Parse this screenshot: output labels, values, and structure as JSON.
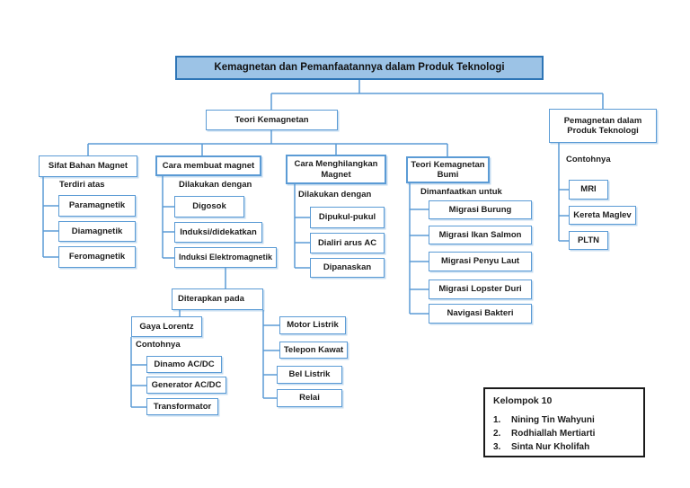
{
  "colors": {
    "title_fill": "#9CC3E6",
    "title_border": "#2E75B6",
    "box_border": "#5B9BD5",
    "group_border": "#1a1a1a"
  },
  "title": {
    "label": "Kemagnetan dan Pemanfaatannya dalam Produk Teknologi"
  },
  "teori": {
    "label": "Teori Kemagnetan"
  },
  "pemagnetan": {
    "label": "Pemagnetan dalam Produk Teknologi",
    "relation": "Contohnya",
    "items": [
      "MRI",
      "Kereta Maglev",
      "PLTN"
    ]
  },
  "sifat": {
    "label": "Sifat Bahan Magnet",
    "relation": "Terdiri atas",
    "items": [
      "Paramagnetik",
      "Diamagnetik",
      "Feromagnetik"
    ]
  },
  "membuat": {
    "label": "Cara membuat magnet",
    "relation": "Dilakukan dengan",
    "items": [
      "Digosok",
      "Induksi/didekatkan",
      "Induksi Elektromagnetik"
    ]
  },
  "menghilangkan": {
    "label": "Cara Menghilangkan Magnet",
    "relation": "Dilakukan dengan",
    "items": [
      "Dipukul-pukul",
      "Dialiri arus AC",
      "Dipanaskan"
    ]
  },
  "bumi": {
    "label": "Teori Kemagnetan Bumi",
    "relation": "Dimanfaatkan untuk",
    "items": [
      "Migrasi Burung",
      "Migrasi Ikan Salmon",
      "Migrasi Penyu Laut",
      "Migrasi Lopster Duri",
      "Navigasi Bakteri"
    ]
  },
  "diterapkan": {
    "label": "Diterapkan pada"
  },
  "gaya": {
    "label": "Gaya Lorentz",
    "relation": "Contohnya",
    "items": [
      "Dinamo AC/DC",
      "Generator AC/DC",
      "Transformator"
    ]
  },
  "devices": {
    "items": [
      "Motor Listrik",
      "Telepon Kawat",
      "Bel Listrik",
      "Relai"
    ]
  },
  "kelompok": {
    "title": "Kelompok 10",
    "members": [
      {
        "no": "1.",
        "name": "Nining Tin Wahyuni"
      },
      {
        "no": "2.",
        "name": "Rodhiallah Mertiarti"
      },
      {
        "no": "3.",
        "name": "Sinta Nur Kholifah"
      }
    ]
  }
}
